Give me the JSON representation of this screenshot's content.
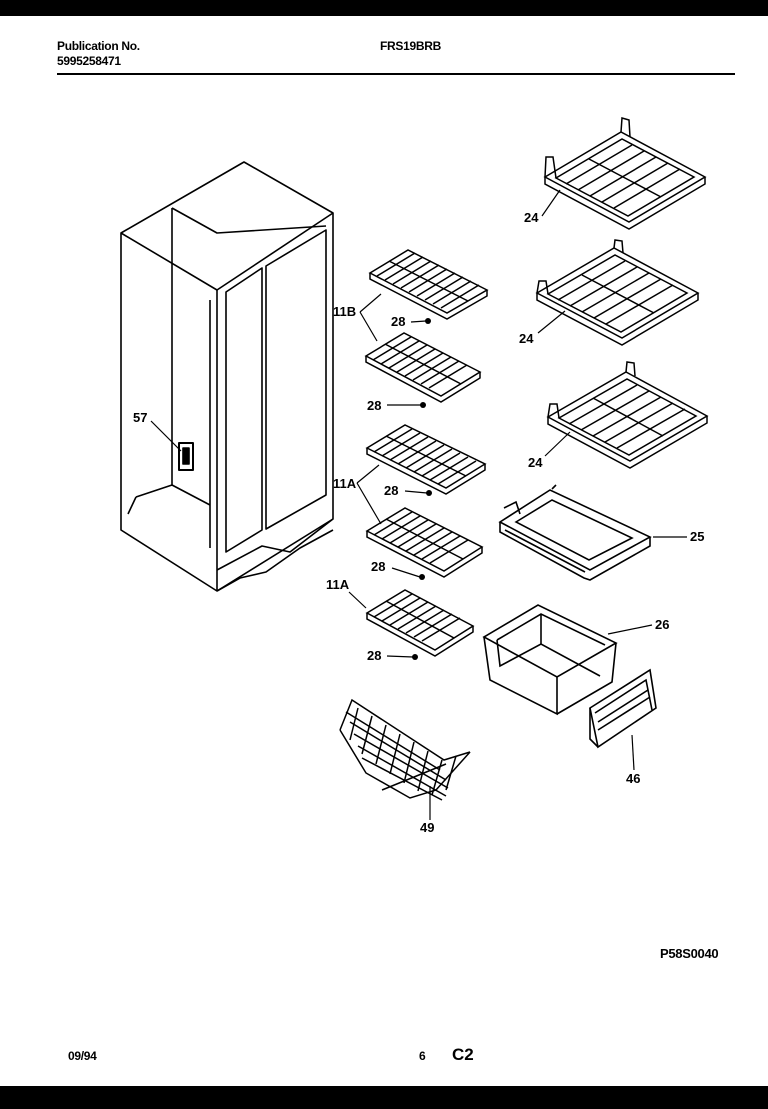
{
  "header": {
    "publication_label": "Publication No.",
    "publication_number": "5995258471",
    "model": "FRS19BRB"
  },
  "callouts": {
    "c57": "57",
    "c11b": "11B",
    "c28a": "28",
    "c28b": "28",
    "c11a_upper": "11A",
    "c28c": "28",
    "c28d": "28",
    "c11a_lower": "11A",
    "c28e": "28",
    "c24a": "24",
    "c24b": "24",
    "c24c": "24",
    "c25": "25",
    "c26": "26",
    "c46": "46",
    "c49": "49"
  },
  "footer": {
    "date": "09/94",
    "page": "6",
    "section": "C2",
    "drawing_code": "P58S0040"
  }
}
